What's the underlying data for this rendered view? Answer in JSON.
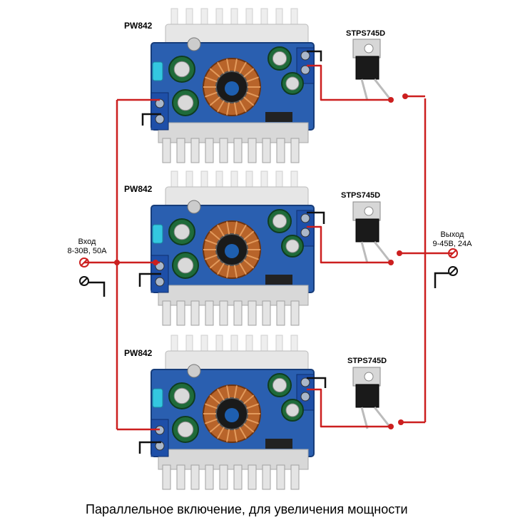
{
  "modules": [
    {
      "label": "PW842",
      "diode_label": "STPS745D"
    },
    {
      "label": "PW842",
      "diode_label": "STPS745D"
    },
    {
      "label": "PW842",
      "diode_label": "STPS745D"
    }
  ],
  "input": {
    "line1": "Вход",
    "line2": "8-30В, 50А"
  },
  "output": {
    "line1": "Выход",
    "line2": "9-45В, 24А"
  },
  "caption": "Параллельное включение, для увеличения мощности",
  "colors": {
    "wire": "#cc1f1f",
    "ground": "#111111",
    "pcb": "#2a5fb0",
    "heatsink": "#d8d8d8",
    "toroid_copper": "#b8642a",
    "capacitor": "#1f6b3a",
    "terminal": "#1e4fa8"
  }
}
